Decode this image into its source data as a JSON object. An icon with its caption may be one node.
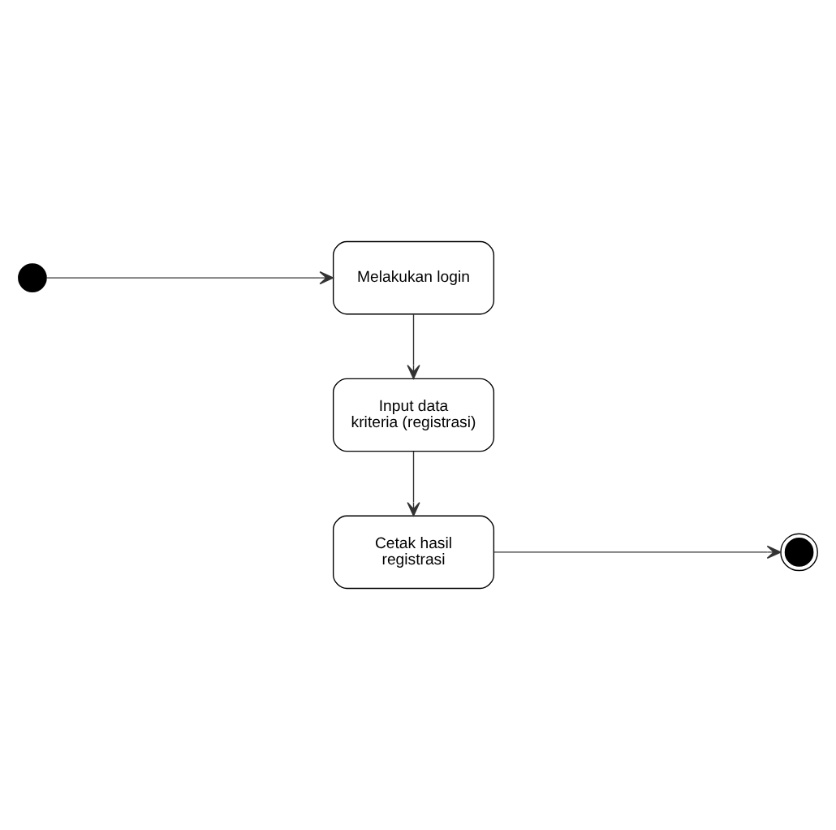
{
  "diagram": {
    "nodes": [
      {
        "text": [],
        "shape": "circle"
      },
      {
        "text": [
          "Melakukan login"
        ]
      },
      {
        "text": [
          "Input data kriteria (registrasi)"
        ]
      },
      {
        "text": [
          "Cetak hasil registrasi"
        ]
      },
      {
        "text": [],
        "shape": "circle"
      }
    ],
    "edges": [
      {
        "from": 0,
        "to": 1,
        "arrow": "to"
      },
      {
        "from": 1,
        "to": 2,
        "arrow": "to"
      },
      {
        "from": 2,
        "to": 3,
        "arrow": "to"
      },
      {
        "from": 3,
        "to": 4,
        "arrow": "to"
      }
    ]
  }
}
